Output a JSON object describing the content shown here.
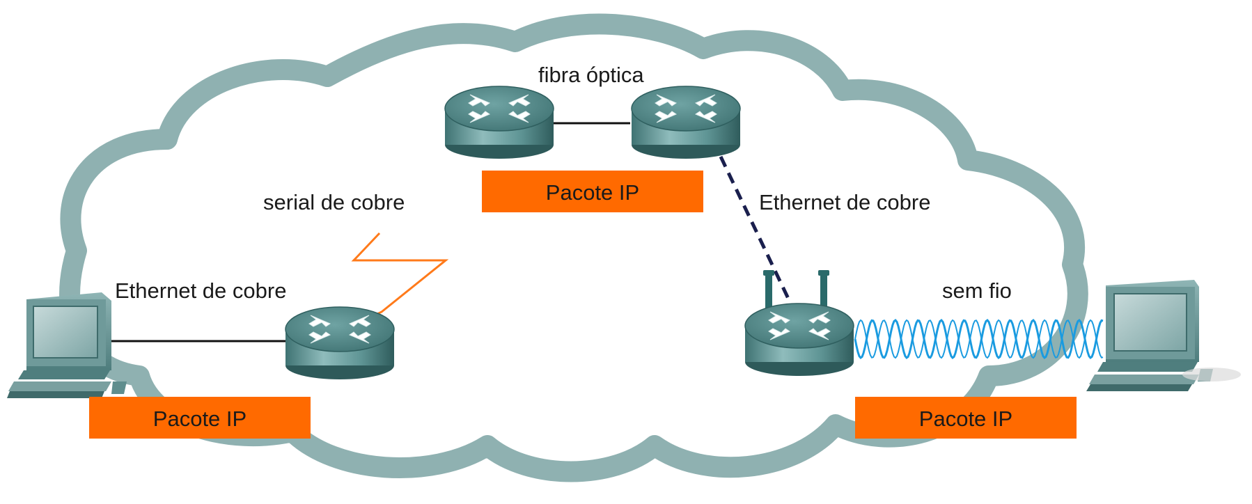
{
  "labels": {
    "fiber": "fibra óptica",
    "serial": "serial de cobre",
    "ethernet_left": "Ethernet de cobre",
    "ethernet_right": "Ethernet de cobre",
    "wireless": "sem fio"
  },
  "packets": {
    "left": "Pacote IP",
    "center": "Pacote IP",
    "right": "Pacote IP"
  },
  "icons": {
    "router": "router-icon",
    "wireless_router": "wireless-router-icon",
    "computer": "desktop-computer-icon",
    "cloud": "network-cloud-icon"
  },
  "colors": {
    "cloud": "#8fb1b1",
    "router": "#4f8a8a",
    "packet": "#ff6a00",
    "serial_link": "#ff7a1a",
    "ethernet_dashed": "#1a1f4d",
    "wireless_wave": "#1a9be0"
  }
}
